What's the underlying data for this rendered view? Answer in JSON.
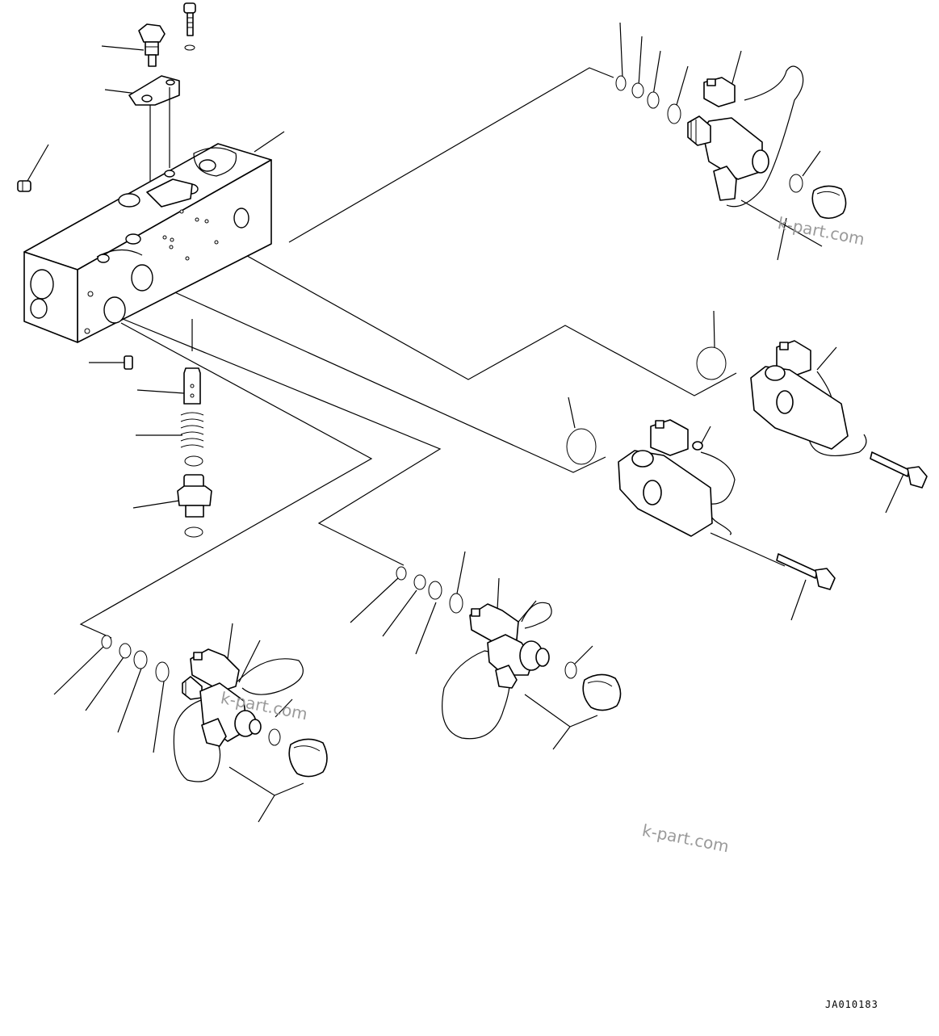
{
  "diagram": {
    "drawing_code": "JA010183",
    "watermarks": [
      "k-part.com",
      "k-part.com",
      "k-part.com"
    ]
  }
}
